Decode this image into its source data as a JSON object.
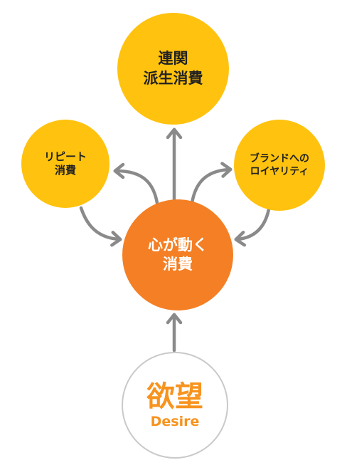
{
  "nodes": {
    "top": {
      "line1": "連関",
      "line2": "派生消費"
    },
    "left": {
      "line1": "リピート",
      "line2": "消費"
    },
    "right": {
      "line1": "ブランドへの",
      "line2": "ロイヤリティ"
    },
    "center": {
      "line1": "心が動く",
      "line2": "消費"
    },
    "bottom": {
      "line1": "欲望",
      "line2": "Desire"
    }
  },
  "colors": {
    "yellow": "#FFC20E",
    "orange": "#F47F24",
    "arrow": "#8a8a8a",
    "desire_text": "#F7931E"
  }
}
